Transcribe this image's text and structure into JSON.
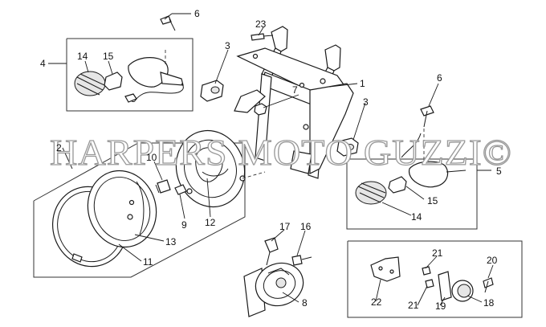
{
  "watermark": "HARPERS MOTO GUZZI©",
  "callouts": {
    "c1": "1",
    "c2": "2",
    "c3a": "3",
    "c3b": "3",
    "c4": "4",
    "c5": "5",
    "c6a": "6",
    "c6b": "6",
    "c7": "7",
    "c8": "8",
    "c9": "9",
    "c10": "10",
    "c11": "11",
    "c12": "12",
    "c13": "13",
    "c14a": "14",
    "c14b": "14",
    "c15a": "15",
    "c15b": "15",
    "c16": "16",
    "c17": "17",
    "c18": "18",
    "c19": "19",
    "c20": "20",
    "c21a": "21",
    "c21b": "21",
    "c22": "22",
    "c23": "23"
  }
}
